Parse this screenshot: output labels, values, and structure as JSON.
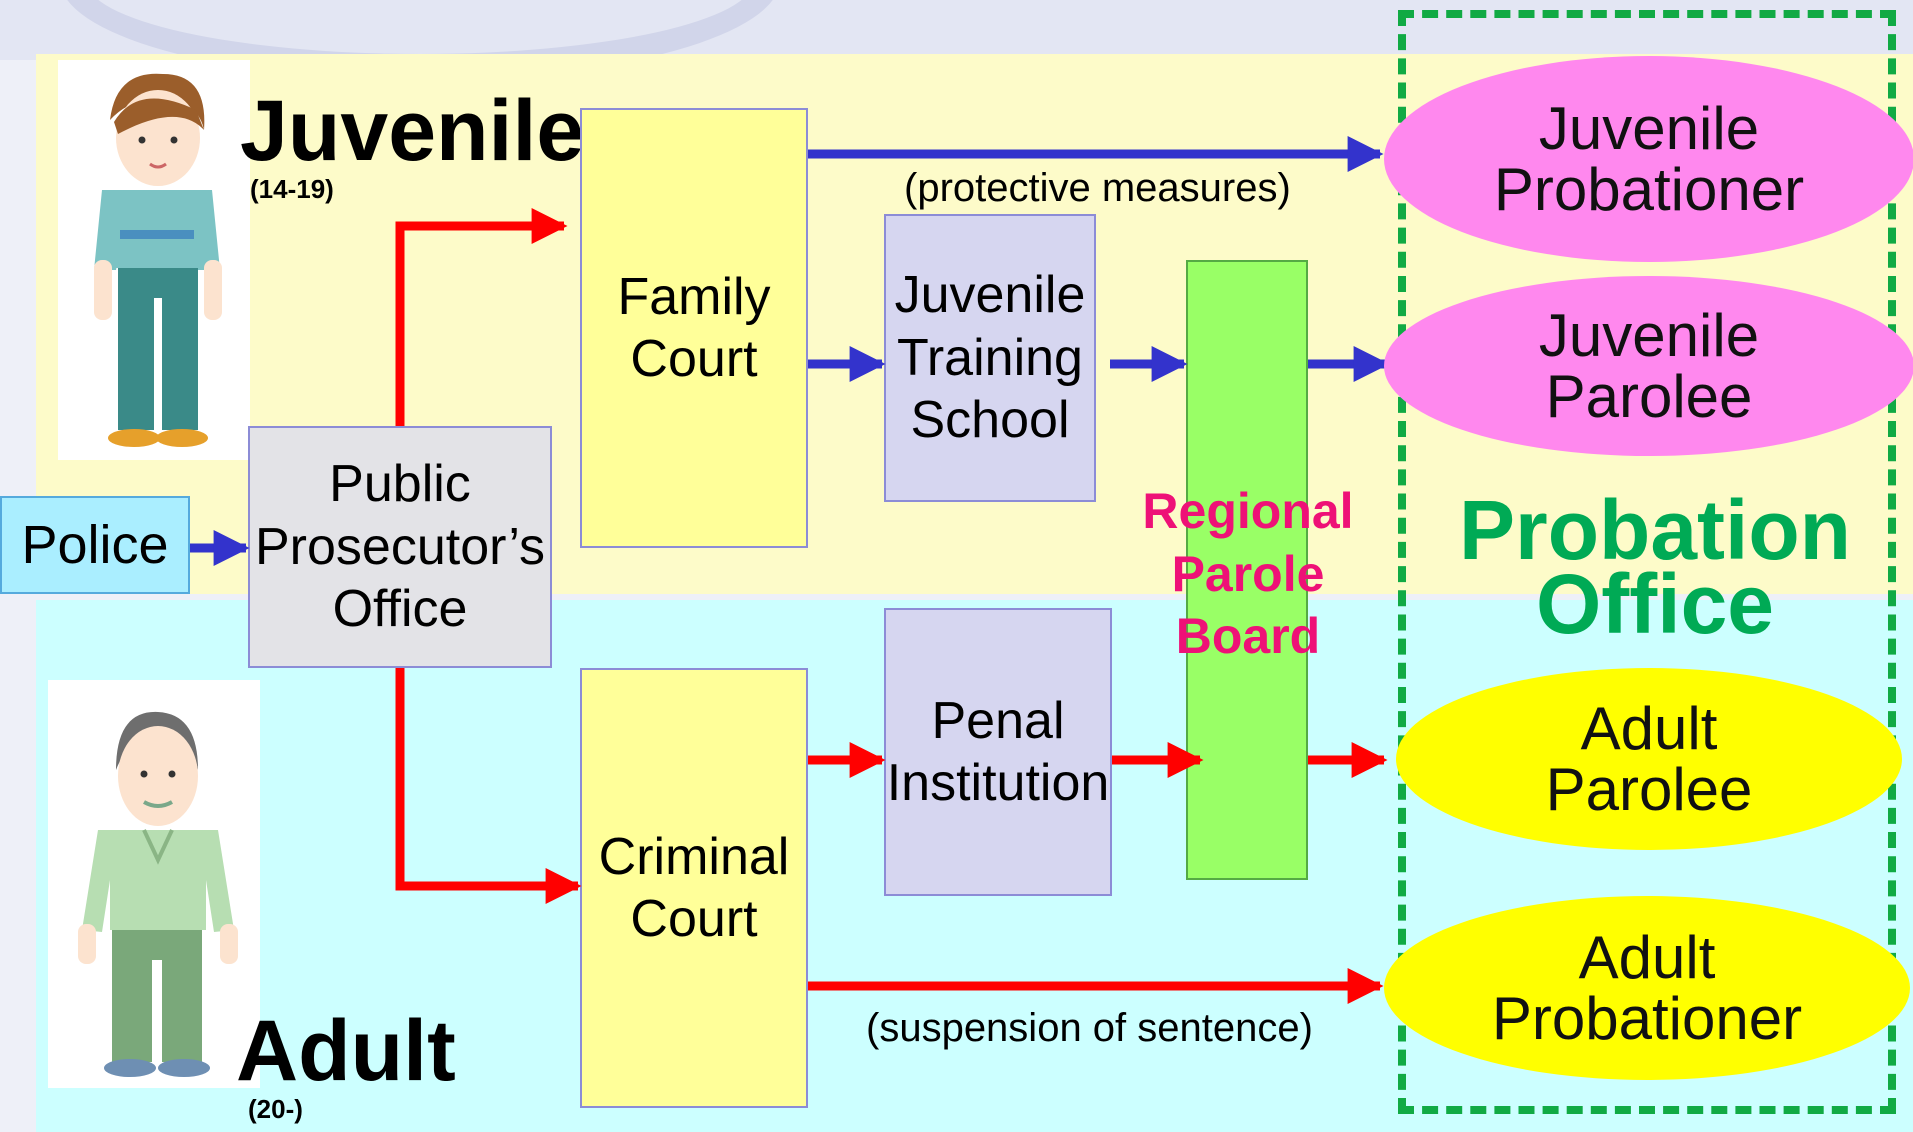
{
  "groups": {
    "juvenile": {
      "title": "Juvenile",
      "age_range": "(14-19)"
    },
    "adult": {
      "title": "Adult",
      "age_range": "(20-)"
    }
  },
  "nodes": {
    "police": "Police",
    "prosecutor": [
      "Public",
      "Prosecutor’s",
      "Office"
    ],
    "family_court": [
      "Family",
      "Court"
    ],
    "training_school": [
      "Juvenile",
      "Training",
      "School"
    ],
    "criminal_court": [
      "Criminal",
      "Court"
    ],
    "penal_institution": [
      "Penal",
      "Institution"
    ],
    "parole_board": [
      "Regional",
      "Parole",
      "Board"
    ]
  },
  "edge_labels": {
    "protective": "(protective measures)",
    "suspension": "(suspension of sentence)"
  },
  "probation_office": {
    "title": [
      "Probation",
      "Office"
    ],
    "outcomes": {
      "juvenile_probationer": [
        "Juvenile",
        "Probationer"
      ],
      "juvenile_parolee": [
        "Juvenile",
        "Parolee"
      ],
      "adult_parolee": [
        "Adult",
        "Parolee"
      ],
      "adult_probationer": [
        "Adult",
        "Probationer"
      ]
    }
  },
  "colors": {
    "juvenile_bg": "#fdfbc9",
    "adult_bg": "#ccffff",
    "juvenile_arrow": "#3333cc",
    "adult_arrow": "#ff0000",
    "parole_board_text": "#ee1177",
    "probation_office": "#00aa55",
    "juvenile_outcome": "#ff88ee",
    "adult_outcome": "#ffff00"
  }
}
